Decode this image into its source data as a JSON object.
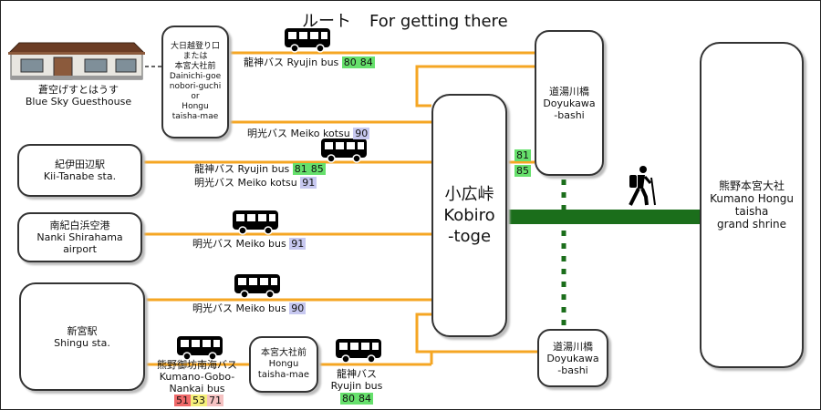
{
  "title": {
    "ja": "ルート",
    "en": "For getting there"
  },
  "colors": {
    "route": "#f5a623",
    "walk": "#1b6e1b",
    "walk_dotted": "#1b6e1b",
    "green": "#66e06c",
    "blue": "#c7c8f0",
    "red": "#f06a6a",
    "yellow": "#f5ef7a",
    "pink": "#f5c2c2"
  },
  "guesthouse": {
    "ja": "蒼空げすとはうす",
    "en": "Blue Sky Guesthouse",
    "icon": "guesthouse-building-icon"
  },
  "stops": {
    "dainichi": [
      "大日越登り口",
      "または",
      "本宮大社前",
      "Dainichi-goe",
      "nobori-guchi",
      "or",
      "Hongu",
      "taisha-mae"
    ],
    "kii_tanabe": {
      "ja": "紀伊田辺駅",
      "en": "Kii-Tanabe sta."
    },
    "shirahama": {
      "ja": "南紀白浜空港",
      "en1": "Nanki Shirahama",
      "en2": "airport"
    },
    "shingu": {
      "ja": "新宮駅",
      "en": "Shingu sta."
    },
    "hongu_taisha_mae": {
      "ja": "本宮大社前",
      "en1": "Hongu",
      "en2": "taisha-mae"
    },
    "kobiro": {
      "ja": "小広峠",
      "en1": "Kobiro",
      "en2": "-toge"
    },
    "doyukawa_top": {
      "ja": "道湯川橋",
      "en1": "Doyukawa",
      "en2": "-bashi"
    },
    "doyukawa_bottom": {
      "ja": "道湯川橋",
      "en1": "Doyukawa",
      "en2": "-bashi"
    },
    "kumano": {
      "ja": "熊野本宮大社",
      "en1": "Kumano Hongu",
      "en2": "taisha",
      "en3": "grand shrine"
    }
  },
  "routes": {
    "r1": {
      "label": "龍神バス Ryujin bus",
      "badges": [
        {
          "text": "80",
          "color": "green"
        },
        {
          "text": "84",
          "color": "green"
        }
      ]
    },
    "r2": {
      "label": "明光バス Meiko kotsu",
      "badges": [
        {
          "text": "90",
          "color": "blue"
        }
      ]
    },
    "r3": {
      "label1": "龍神バス Ryujin bus",
      "badges1": [
        {
          "text": "81",
          "color": "green"
        },
        {
          "text": "85",
          "color": "green"
        }
      ],
      "label2": "明光バス Meiko kotsu",
      "badges2": [
        {
          "text": "91",
          "color": "blue"
        }
      ]
    },
    "r4": {
      "label": "明光バス Meiko bus",
      "badges": [
        {
          "text": "91",
          "color": "blue"
        }
      ]
    },
    "r5": {
      "label": "明光バス Meiko bus",
      "badges": [
        {
          "text": "90",
          "color": "blue"
        }
      ]
    },
    "r6": {
      "label_ja": "熊野御坊南海バス",
      "label_en1": "Kumano-Gobo-",
      "label_en2": "Nankai bus",
      "badges": [
        {
          "text": "51",
          "color": "red"
        },
        {
          "text": "53",
          "color": "yellow"
        },
        {
          "text": "71",
          "color": "pink"
        }
      ]
    },
    "r7": {
      "label_ja": "龍神バス",
      "label_en": "Ryujin bus",
      "badges": [
        {
          "text": "80",
          "color": "green"
        },
        {
          "text": "84",
          "color": "green"
        }
      ]
    },
    "doyukawa_badges": [
      {
        "text": "81",
        "color": "green"
      },
      {
        "text": "85",
        "color": "green"
      }
    ]
  },
  "icons": {
    "bus": "bus-icon",
    "hiker": "hiker-icon"
  }
}
